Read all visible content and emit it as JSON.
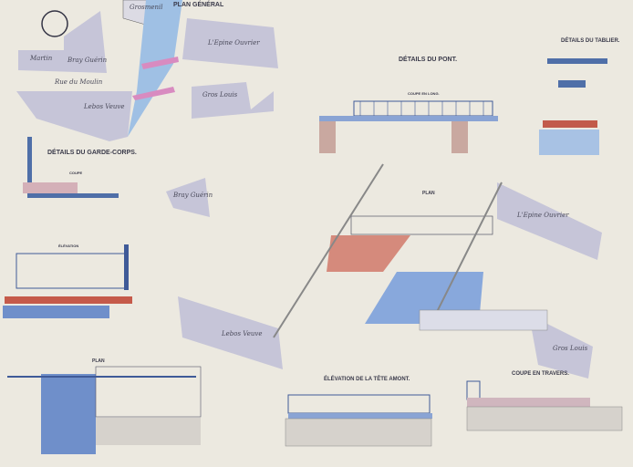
{
  "titles": {
    "plan_general": "PLAN GÉNÉRAL",
    "details_pont": "DÉTAILS DU PONT.",
    "details_tablier": "DÉTAILS DU TABLIER.",
    "coupe_long": "COUPE EN LONG.",
    "details_garde_corps": "DÉTAILS DU GARDE-CORPS.",
    "coupe": "COUPE",
    "elevation": "ÉLÉVATION",
    "plan_center": "PLAN",
    "plan_bottom": "PLAN",
    "elevation_tete": "ÉLÉVATION DE LA TÊTE AMONT.",
    "coupe_travers": "COUPE EN TRAVERS."
  },
  "labels": {
    "martin": "Martin",
    "bray_guerin": "Bray Guérin",
    "l_epine_top": "L'Epine Ouvrier",
    "rue": "Rue du Moulin",
    "lebos_top": "Lebos Veuve",
    "gros_louis_top": "Gros Louis",
    "bray_guerin_mid": "Bray Guérin",
    "l_epine_mid": "L'Epine Ouvrier",
    "lebos_mid": "Lebos Veuve",
    "gros_louis_mid": "Gros Louis",
    "grosmenil": "Grosmenil"
  },
  "colors": {
    "paper": "#ece9e0",
    "water": "#8fb2dc",
    "wash": "#c4c4d8",
    "red": "#c7716c",
    "blue": "#3f65b0"
  }
}
